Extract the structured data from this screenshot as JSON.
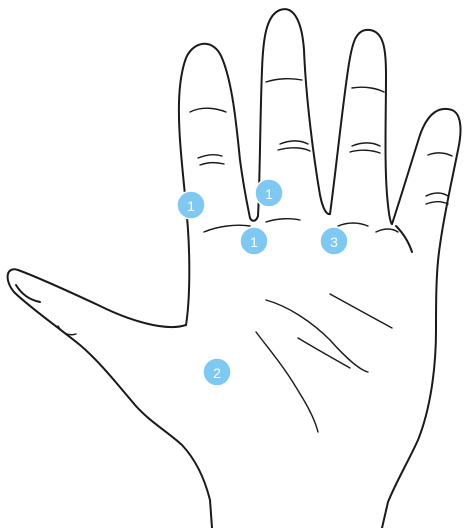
{
  "diagram": {
    "subject": "hand-palm",
    "markers": [
      {
        "id": "index-base",
        "label": "1"
      },
      {
        "id": "middle-gap",
        "label": "1"
      },
      {
        "id": "palm-upper-middle",
        "label": "1"
      },
      {
        "id": "palm-upper-ring",
        "label": "3"
      },
      {
        "id": "palm-center",
        "label": "2"
      }
    ]
  },
  "colors": {
    "marker_fill": "#7ec8f2",
    "marker_stroke": "#ffffff",
    "marker_text": "#ffffff",
    "line": "#1a1a1a"
  }
}
